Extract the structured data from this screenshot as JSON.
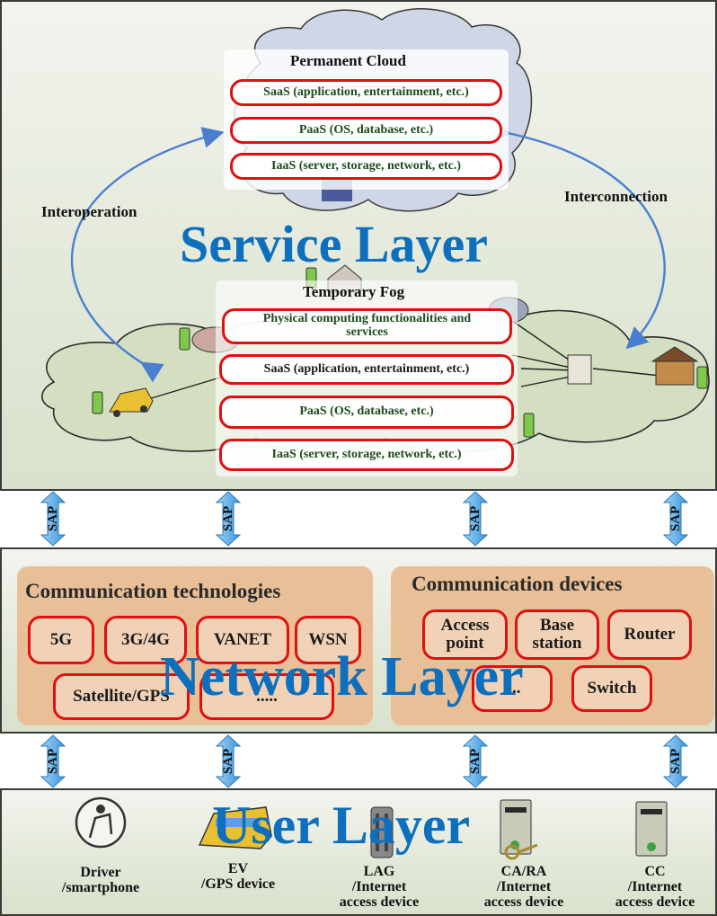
{
  "service_layer": {
    "title": "Service Layer",
    "permanent_cloud": {
      "title": "Permanent Cloud",
      "saas": "SaaS (application, entertainment, etc.)",
      "paas": "PaaS (OS, database, etc.)",
      "iaas": "IaaS (server, storage, network, etc.)"
    },
    "temporary_fog": {
      "title": "Temporary Fog",
      "physical": "Physical computing functionalities and services",
      "saas": "SaaS (application, entertainment, etc.)",
      "paas": "PaaS (OS, database, etc.)",
      "iaas": "IaaS (server, storage, network, etc.)"
    },
    "interoperation": "Interoperation",
    "interconnection": "Interconnection"
  },
  "sap_label": "SAP",
  "network_layer": {
    "title": "Network Layer",
    "tech_title": "Communication technologies",
    "tech_items": [
      "5G",
      "3G/4G",
      "VANET",
      "WSN",
      "Satellite/GPS",
      "....."
    ],
    "devices_title": "Communication devices",
    "device_items": [
      "Access point",
      "Base station",
      "Router",
      "....",
      "Switch"
    ]
  },
  "user_layer": {
    "title": "User Layer",
    "devices": [
      {
        "line1": "Driver",
        "line2": "/smartphone",
        "line3": ""
      },
      {
        "line1": "EV",
        "line2": "/GPS device",
        "line3": ""
      },
      {
        "line1": "LAG",
        "line2": "/Internet",
        "line3": "access device"
      },
      {
        "line1": "CA/RA",
        "line2": "/Internet",
        "line3": "access device"
      },
      {
        "line1": "CC",
        "line2": "/Internet",
        "line3": "access device"
      }
    ]
  },
  "colors": {
    "accent_blue": "#0e6fbd",
    "pill_red": "#e01010",
    "panel_orange": "#e9bf97",
    "sap_arrow": "#4aa8e8"
  }
}
